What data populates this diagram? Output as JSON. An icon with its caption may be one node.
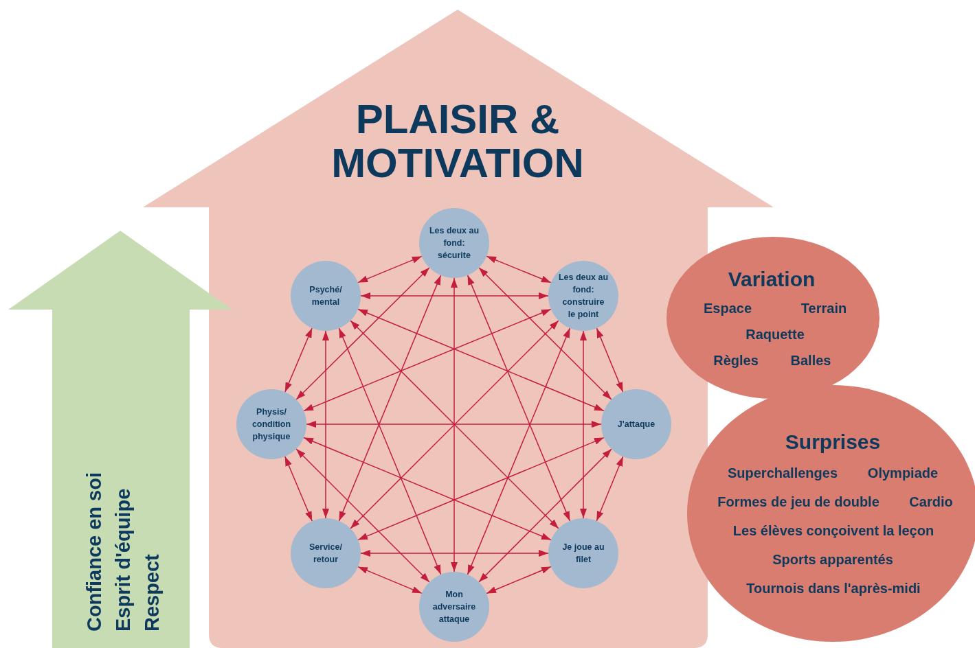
{
  "diagram": {
    "nodes": [
      {
        "text": [
          "PLAISIR & MOTIVATION"
        ]
      },
      {
        "text": [
          "Les deux au fond: sécurite"
        ],
        "in": 0
      },
      {
        "text": [
          "Les deux au fond: construire le point"
        ],
        "in": 0
      },
      {
        "text": [
          "J'attaque"
        ],
        "in": 0
      },
      {
        "text": [
          "Je joue au filet"
        ],
        "in": 0
      },
      {
        "text": [
          "Mon adversaire attaque"
        ],
        "in": 0
      },
      {
        "text": [
          "Service/ retour"
        ],
        "in": 0
      },
      {
        "text": [
          "Physis/ condition physique"
        ],
        "in": 0
      },
      {
        "text": [
          "Psyché/ mental"
        ],
        "in": 0
      },
      {
        "text": [
          "Confiance en soi",
          "Esprit d'équipe",
          "Respect"
        ]
      },
      {
        "text": [
          "Variation",
          "Espace",
          "Terrain",
          "Raquette",
          "Règles",
          "Balles"
        ]
      },
      {
        "text": [
          "Surprises",
          "Superchallenges",
          "Olympiade",
          "Formes de jeu de double",
          "Cardio",
          "Les élèves conçoivent la leçon",
          "Sports apparentés",
          "Tournois dans l'après-midi"
        ]
      }
    ],
    "edges": [
      {
        "from": 1,
        "to": 2,
        "arrow": "both"
      },
      {
        "from": 1,
        "to": 3,
        "arrow": "both"
      },
      {
        "from": 1,
        "to": 4,
        "arrow": "both"
      },
      {
        "from": 1,
        "to": 5,
        "arrow": "both"
      },
      {
        "from": 1,
        "to": 6,
        "arrow": "both"
      },
      {
        "from": 1,
        "to": 7,
        "arrow": "both"
      },
      {
        "from": 1,
        "to": 8,
        "arrow": "both"
      },
      {
        "from": 2,
        "to": 3,
        "arrow": "both"
      },
      {
        "from": 2,
        "to": 4,
        "arrow": "both"
      },
      {
        "from": 2,
        "to": 5,
        "arrow": "both"
      },
      {
        "from": 2,
        "to": 6,
        "arrow": "both"
      },
      {
        "from": 2,
        "to": 7,
        "arrow": "both"
      },
      {
        "from": 2,
        "to": 8,
        "arrow": "both"
      },
      {
        "from": 3,
        "to": 4,
        "arrow": "both"
      },
      {
        "from": 3,
        "to": 5,
        "arrow": "both"
      },
      {
        "from": 3,
        "to": 6,
        "arrow": "both"
      },
      {
        "from": 3,
        "to": 7,
        "arrow": "both"
      },
      {
        "from": 3,
        "to": 8,
        "arrow": "both"
      },
      {
        "from": 4,
        "to": 5,
        "arrow": "both"
      },
      {
        "from": 4,
        "to": 6,
        "arrow": "both"
      },
      {
        "from": 4,
        "to": 7,
        "arrow": "both"
      },
      {
        "from": 4,
        "to": 8,
        "arrow": "both"
      },
      {
        "from": 5,
        "to": 6,
        "arrow": "both"
      },
      {
        "from": 5,
        "to": 7,
        "arrow": "both"
      },
      {
        "from": 5,
        "to": 8,
        "arrow": "both"
      },
      {
        "from": 6,
        "to": 7,
        "arrow": "both"
      },
      {
        "from": 6,
        "to": 8,
        "arrow": "both"
      },
      {
        "from": 7,
        "to": 8,
        "arrow": "both"
      }
    ]
  }
}
